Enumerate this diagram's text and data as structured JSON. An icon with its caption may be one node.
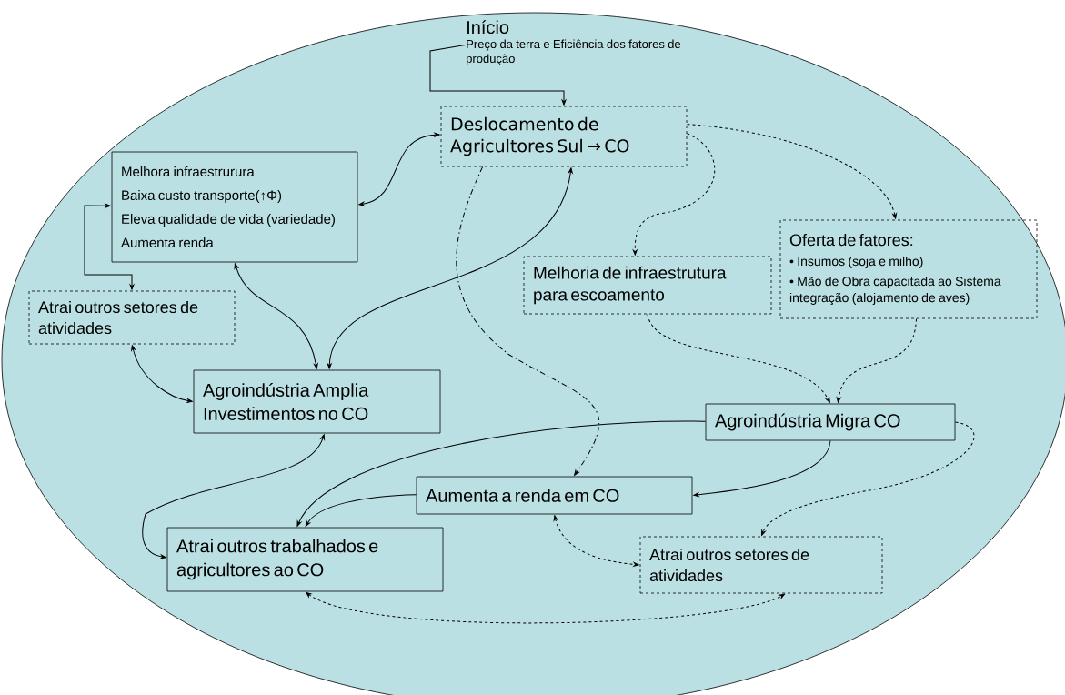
{
  "diagram": {
    "nodes": [
      {
        "text": [
          "Início",
          "Preço da terra  e Eficiência dos fatores de produção"
        ]
      },
      {
        "text": [
          "Deslocamento de Agricultores Sul → CO"
        ]
      },
      {
        "text": [
          "Melhora infraestrurura",
          "Baixa custo transporte(↑Φ)",
          "Eleva qualidade de vida (variedade)",
          "Aumenta renda"
        ]
      },
      {
        "text": [
          "Atrai outros setores de atividades"
        ]
      },
      {
        "text": [
          "Agroindústria Amplia Investimentos no CO"
        ]
      },
      {
        "text": [
          "Melhoria de infraestrutura para escoamento"
        ]
      },
      {
        "text": [
          "Oferta de fatores:",
          "• Insumos (soja e milho)",
          "• Mão de Obra capacitada ao Sistema integração (alojamento de aves)"
        ]
      },
      {
        "text": [
          "Agroindústria Migra CO"
        ]
      },
      {
        "text": [
          "Aumenta a renda em CO"
        ]
      },
      {
        "text": [
          "Atrai outros trabalhados e agricultores ao CO"
        ]
      },
      {
        "text": [
          "Atrai outros setores de atividades"
        ]
      }
    ],
    "edges": [
      {
        "from": 0,
        "to": 1,
        "arrow": "to"
      },
      {
        "from": 2,
        "to": 1,
        "arrow": "both"
      },
      {
        "from": 2,
        "to": 3,
        "arrow": "both"
      },
      {
        "from": 2,
        "to": 4,
        "arrow": "both"
      },
      {
        "from": 4,
        "to": 1,
        "arrow": "both"
      },
      {
        "from": 3,
        "to": 4,
        "arrow": "both"
      },
      {
        "from": 1,
        "to": 5,
        "arrow": "to",
        "style": "dashed"
      },
      {
        "from": 1,
        "to": 6,
        "arrow": "to",
        "style": "dashed"
      },
      {
        "from": 1,
        "to": 8,
        "arrow": "to",
        "style": "dashed"
      },
      {
        "from": 5,
        "to": 7,
        "arrow": "to",
        "style": "dashed"
      },
      {
        "from": 6,
        "to": 7,
        "arrow": "to",
        "style": "dashed"
      },
      {
        "from": 7,
        "to": 9,
        "arrow": "to"
      },
      {
        "from": 7,
        "to": 8,
        "arrow": "to"
      },
      {
        "from": 8,
        "to": 9,
        "arrow": "to"
      },
      {
        "from": 7,
        "to": 10,
        "arrow": "to",
        "style": "dashed"
      },
      {
        "from": 8,
        "to": 10,
        "arrow": "both",
        "style": "dashed"
      },
      {
        "from": 9,
        "to": 10,
        "arrow": "both",
        "style": "dashed"
      },
      {
        "from": 4,
        "to": 9,
        "arrow": "both"
      }
    ]
  }
}
